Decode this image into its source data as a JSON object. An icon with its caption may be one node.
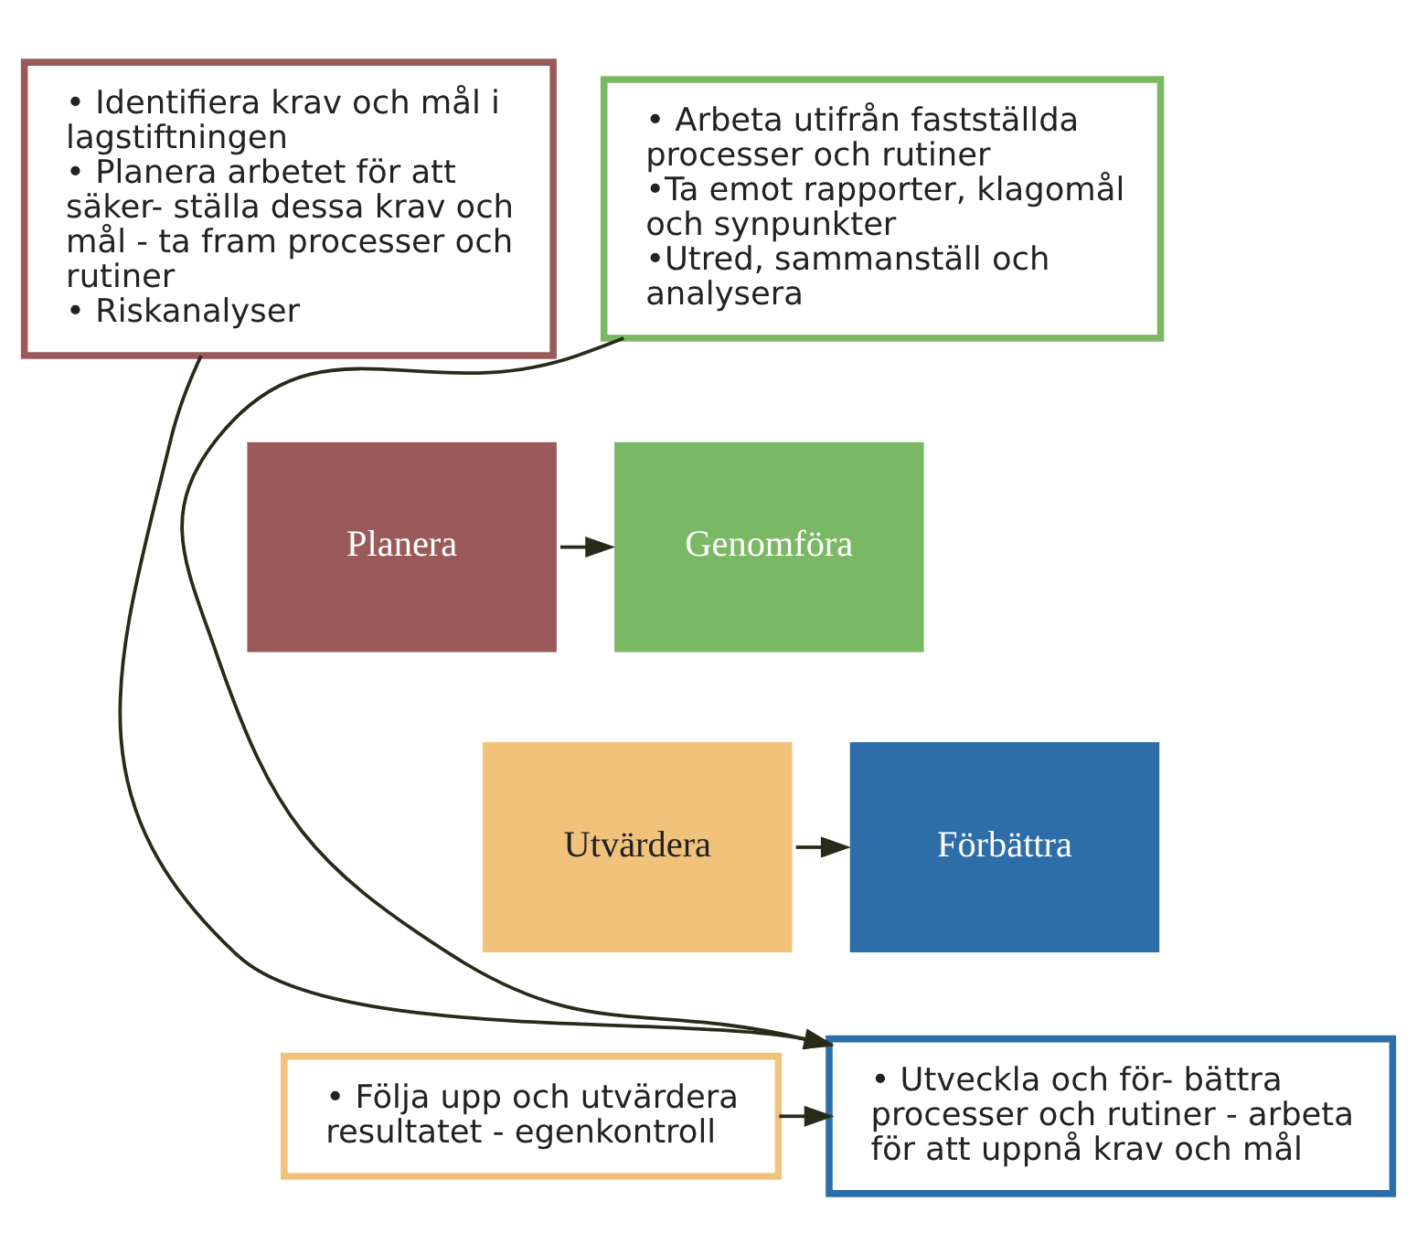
{
  "diagram": {
    "nodes": [
      {
        "text": [
          "• Identifiera krav och mål i lagstiftningen",
          "• Planera arbetet för att säker- ställa dessa krav och mål - ta fram processer och rutiner",
          "• Riskanalyser"
        ]
      },
      {
        "text": [
          "• Arbeta utifrån fastställda processer och rutiner",
          "•Ta emot rapporter, klagomål och synpunkter",
          "•Utred, sammanställ och analysera"
        ]
      },
      {
        "text": [
          "• Utveckla och för- bättra processer och rutiner - arbeta för att uppnå krav och mål"
        ]
      },
      {
        "text": [
          "• Följa upp och utvärdera resultatet - egenkontroll"
        ]
      },
      {
        "text": [
          "Planera"
        ]
      },
      {
        "text": [
          "Genomföra"
        ]
      },
      {
        "text": [
          "Förbättra"
        ]
      },
      {
        "text": [
          "Utvärdera"
        ]
      }
    ],
    "edges": [
      {
        "from": 0,
        "to": 2,
        "arrow": "to"
      },
      {
        "from": 1,
        "to": 2,
        "arrow": "to"
      },
      {
        "from": 3,
        "to": 2,
        "arrow": "to"
      },
      {
        "from": 4,
        "to": 5,
        "arrow": "to"
      },
      {
        "from": 7,
        "to": 6,
        "arrow": "to"
      }
    ]
  }
}
